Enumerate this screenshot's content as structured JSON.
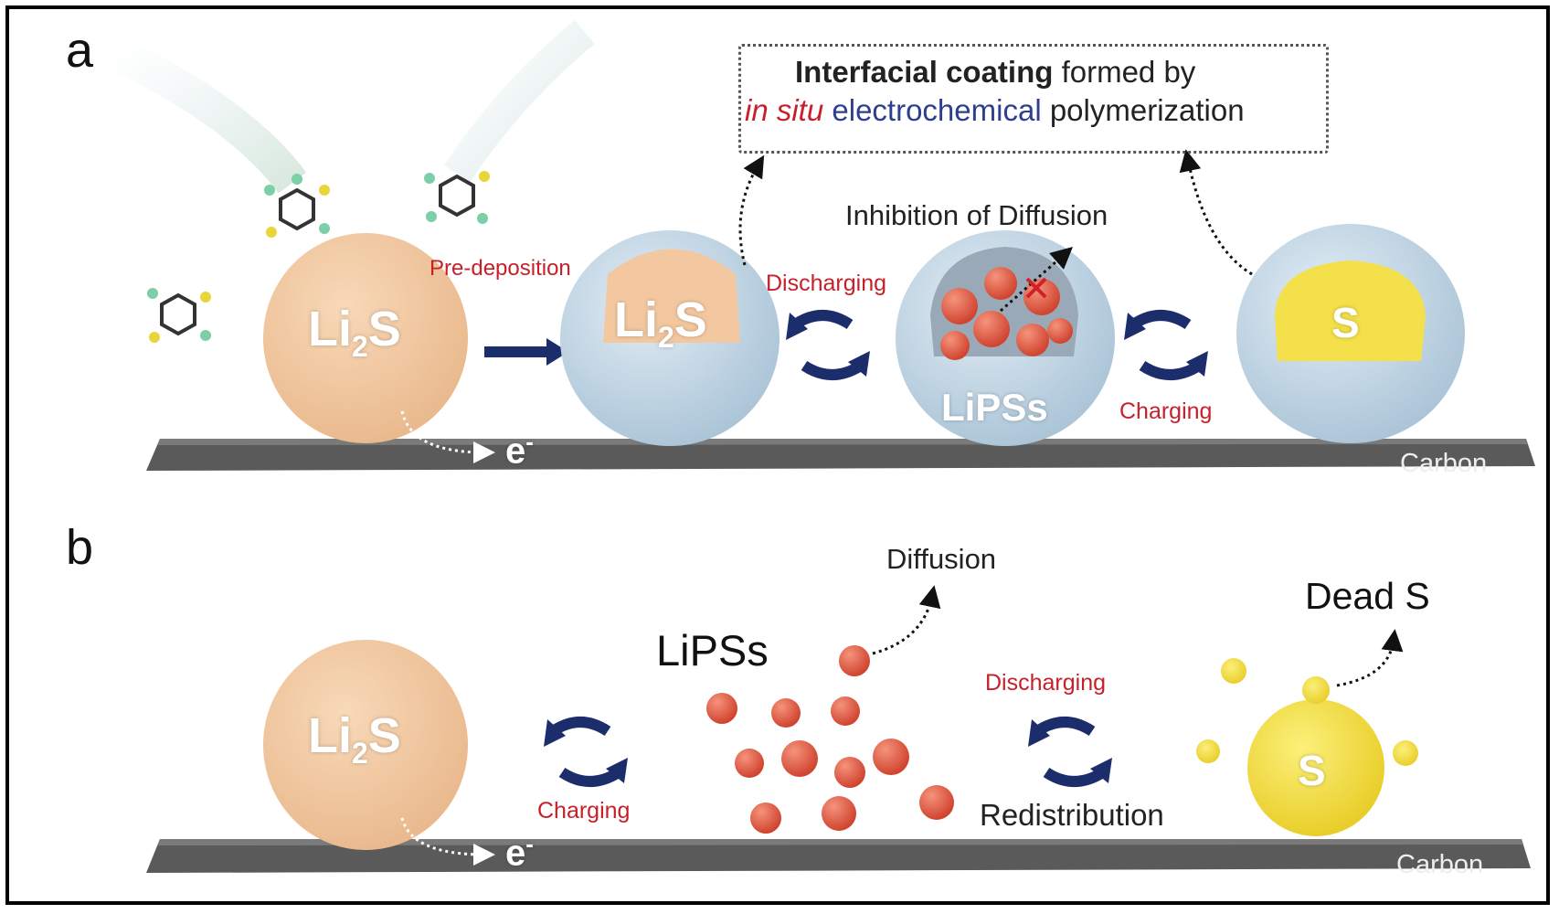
{
  "panels": {
    "a": {
      "letter": "a",
      "box_line1_bold": "Interfacial coating",
      "box_line1_rest": " formed by",
      "box_line2_red": "in situ",
      "box_line2_blue": " electrochemical",
      "box_line2_rest": " polymerization",
      "inhibition": "Inhibition of Diffusion",
      "pre_deposition": "Pre-deposition",
      "discharging": "Discharging",
      "charging": "Charging",
      "li2s_label": "Li",
      "li2s_sub": "2",
      "li2s_tail": "S",
      "lipss_label": "LiPSs",
      "s_label": "S",
      "electron": "e",
      "electron_sup": "-",
      "carbon": "Carbon"
    },
    "b": {
      "letter": "b",
      "diffusion": "Diffusion",
      "dead_s": "Dead S",
      "lipss": "LiPSs",
      "discharging": "Discharging",
      "charging": "Charging",
      "redistribution": "Redistribution",
      "li2s_label": "Li",
      "li2s_sub": "2",
      "li2s_tail": "S",
      "s_label": "S",
      "electron": "e",
      "electron_sup": "-",
      "carbon": "Carbon"
    }
  },
  "colors": {
    "li2s": "#f3c8a0",
    "coating": "#c9dbe8",
    "lipss": "#e8604a",
    "sulfur": "#f4e04a",
    "arrow": "#1c2d6b",
    "carbon": "#5a5a5a",
    "red_text": "#c8202a",
    "blue_text": "#2e3f8f"
  },
  "icons": [
    "molecule-icon",
    "curved-arrow-icon",
    "dotted-arrow-icon",
    "blocked-x-icon"
  ]
}
